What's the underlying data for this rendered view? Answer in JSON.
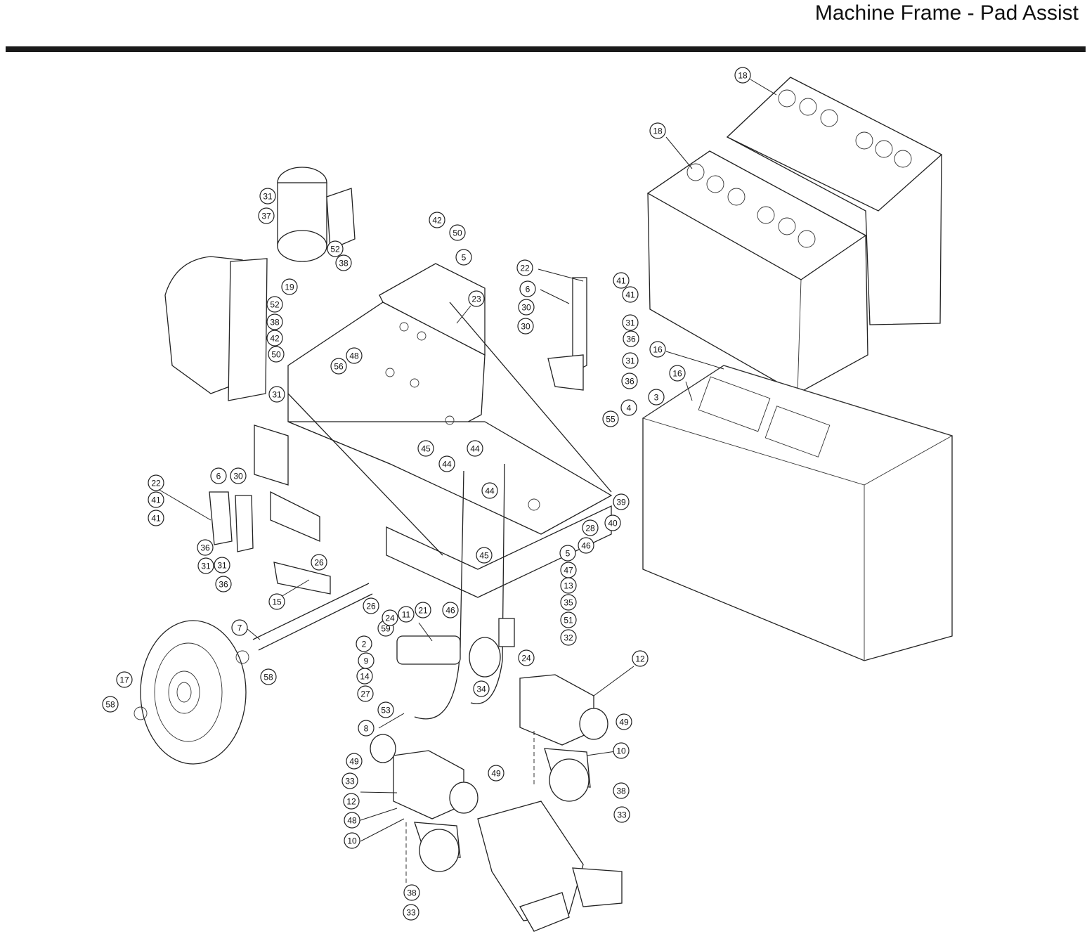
{
  "header": {
    "title": "Machine Frame - Pad Assist"
  },
  "callouts": [
    {
      "label": "18"
    },
    {
      "label": "18"
    },
    {
      "label": "31"
    },
    {
      "label": "37"
    },
    {
      "label": "42"
    },
    {
      "label": "50"
    },
    {
      "label": "52"
    },
    {
      "label": "38"
    },
    {
      "label": "5"
    },
    {
      "label": "22"
    },
    {
      "label": "41"
    },
    {
      "label": "41"
    },
    {
      "label": "6"
    },
    {
      "label": "30"
    },
    {
      "label": "30"
    },
    {
      "label": "23"
    },
    {
      "label": "19"
    },
    {
      "label": "52"
    },
    {
      "label": "38"
    },
    {
      "label": "42"
    },
    {
      "label": "50"
    },
    {
      "label": "56"
    },
    {
      "label": "48"
    },
    {
      "label": "31"
    },
    {
      "label": "31"
    },
    {
      "label": "36"
    },
    {
      "label": "31"
    },
    {
      "label": "36"
    },
    {
      "label": "16"
    },
    {
      "label": "16"
    },
    {
      "label": "3"
    },
    {
      "label": "4"
    },
    {
      "label": "55"
    },
    {
      "label": "45"
    },
    {
      "label": "44"
    },
    {
      "label": "44"
    },
    {
      "label": "44"
    },
    {
      "label": "39"
    },
    {
      "label": "40"
    },
    {
      "label": "28"
    },
    {
      "label": "46"
    },
    {
      "label": "45"
    },
    {
      "label": "22"
    },
    {
      "label": "6"
    },
    {
      "label": "30"
    },
    {
      "label": "41"
    },
    {
      "label": "41"
    },
    {
      "label": "36"
    },
    {
      "label": "31"
    },
    {
      "label": "31"
    },
    {
      "label": "36"
    },
    {
      "label": "26"
    },
    {
      "label": "15"
    },
    {
      "label": "26"
    },
    {
      "label": "5"
    },
    {
      "label": "47"
    },
    {
      "label": "13"
    },
    {
      "label": "35"
    },
    {
      "label": "51"
    },
    {
      "label": "32"
    },
    {
      "label": "46"
    },
    {
      "label": "7"
    },
    {
      "label": "59"
    },
    {
      "label": "24"
    },
    {
      "label": "11"
    },
    {
      "label": "21"
    },
    {
      "label": "2"
    },
    {
      "label": "9"
    },
    {
      "label": "14"
    },
    {
      "label": "27"
    },
    {
      "label": "53"
    },
    {
      "label": "8"
    },
    {
      "label": "34"
    },
    {
      "label": "24"
    },
    {
      "label": "58"
    },
    {
      "label": "17"
    },
    {
      "label": "58"
    },
    {
      "label": "12"
    },
    {
      "label": "49"
    },
    {
      "label": "10"
    },
    {
      "label": "49"
    },
    {
      "label": "33"
    },
    {
      "label": "49"
    },
    {
      "label": "12"
    },
    {
      "label": "48"
    },
    {
      "label": "10"
    },
    {
      "label": "38"
    },
    {
      "label": "33"
    },
    {
      "label": "38"
    },
    {
      "label": "33"
    }
  ]
}
